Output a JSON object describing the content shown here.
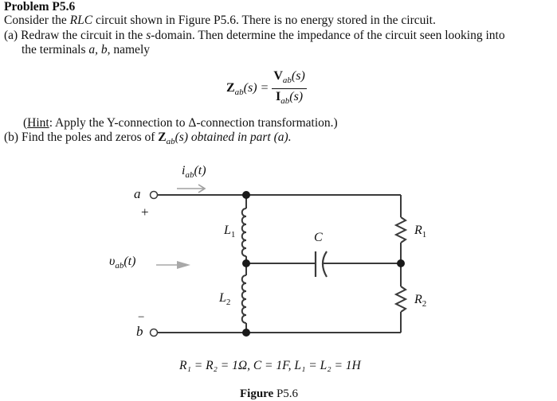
{
  "problem": {
    "title": "Problem P5.6",
    "intro_prefix": "Consider the ",
    "intro_rlc": "RLC",
    "intro_suffix": " circuit shown in Figure P5.6. There is no energy stored in the circuit.",
    "part_a_prefix": "(a) Redraw the circuit in the ",
    "part_a_s": "s",
    "part_a_suffix": "-domain. Then determine the impedance of the circuit seen looking into",
    "part_a_line2_prefix": "the terminals ",
    "part_a_line2_terms": "a, b",
    "part_a_line2_suffix": ", namely",
    "equation": {
      "lhs_symbol": "Z",
      "lhs_sub": "ab",
      "lhs_arg": "(s) =",
      "num_symbol": "V",
      "num_sub": "ab",
      "num_arg": "(s)",
      "den_symbol": "I",
      "den_sub": "ab",
      "den_arg": "(s)"
    },
    "hint_open": "(",
    "hint_word": "Hint",
    "hint_rest": ": Apply the Y-connection to Δ-connection transformation.)",
    "part_b_prefix": "(b) Find the poles and zeros of ",
    "part_b_symbol": "Z",
    "part_b_sub": "ab",
    "part_b_suffix": "(s) obtained in part (a)."
  },
  "figure": {
    "current_label": "i",
    "current_sub": "ab",
    "current_arg": "(t)",
    "terminal_a": "a",
    "terminal_b": "b",
    "plus": "+",
    "minus": "−",
    "voltage_label": "υ",
    "voltage_sub": "ab",
    "voltage_arg": "(t)",
    "L1": "L",
    "L1_sub": "1",
    "L2": "L",
    "L2_sub": "2",
    "C": "C",
    "R1": "R",
    "R1_sub": "1",
    "R2": "R",
    "R2_sub": "2",
    "values_line": "R₁ = R₂ = 1Ω,  C = 1F,  L₁ = L₂ = 1H",
    "caption_bold": "Figure",
    "caption_rest": " P5.6",
    "colors": {
      "wire": "#3a3a3a",
      "node": "#1a1a1a",
      "arrow": "#a0a0a0"
    }
  }
}
